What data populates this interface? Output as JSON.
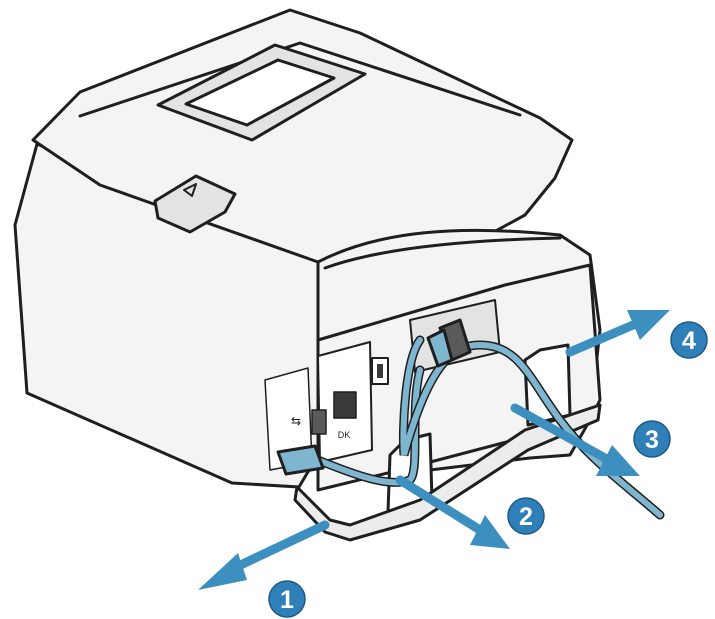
{
  "colors": {
    "line": "#1f1f1f",
    "printer_body": "#f4f4f4",
    "printer_shade": "#e3e3e3",
    "cable": "#7fb6cf",
    "arrow": "#3d8fbf",
    "badge": "#2f7fb8"
  },
  "callouts": [
    {
      "label": "1"
    },
    {
      "label": "2"
    },
    {
      "label": "3"
    },
    {
      "label": "4"
    }
  ],
  "port_labels": {
    "usb_symbol": "⇆",
    "dk": "DK"
  },
  "icons": [
    "printer-illustration",
    "usb-cable",
    "power-cable",
    "cable-clamp",
    "direction-arrow"
  ]
}
